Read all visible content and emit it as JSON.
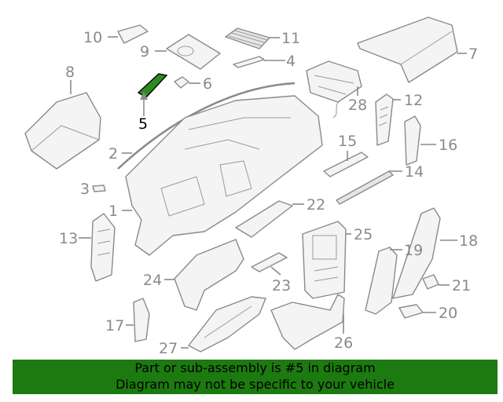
{
  "diagram": {
    "highlighted_part": "5",
    "callouts": [
      "1",
      "2",
      "3",
      "4",
      "5",
      "6",
      "7",
      "8",
      "9",
      "10",
      "11",
      "12",
      "13",
      "14",
      "15",
      "16",
      "17",
      "18",
      "19",
      "20",
      "21",
      "22",
      "23",
      "24",
      "25",
      "26",
      "27",
      "28"
    ]
  },
  "banner": {
    "line1": "Part or sub-assembly is #5 in diagram",
    "line2": "Diagram may not be specific to your vehicle",
    "background_color": "#1c7a10"
  },
  "colors": {
    "highlight": "#2e8b22",
    "line": "#8a8a8a"
  }
}
